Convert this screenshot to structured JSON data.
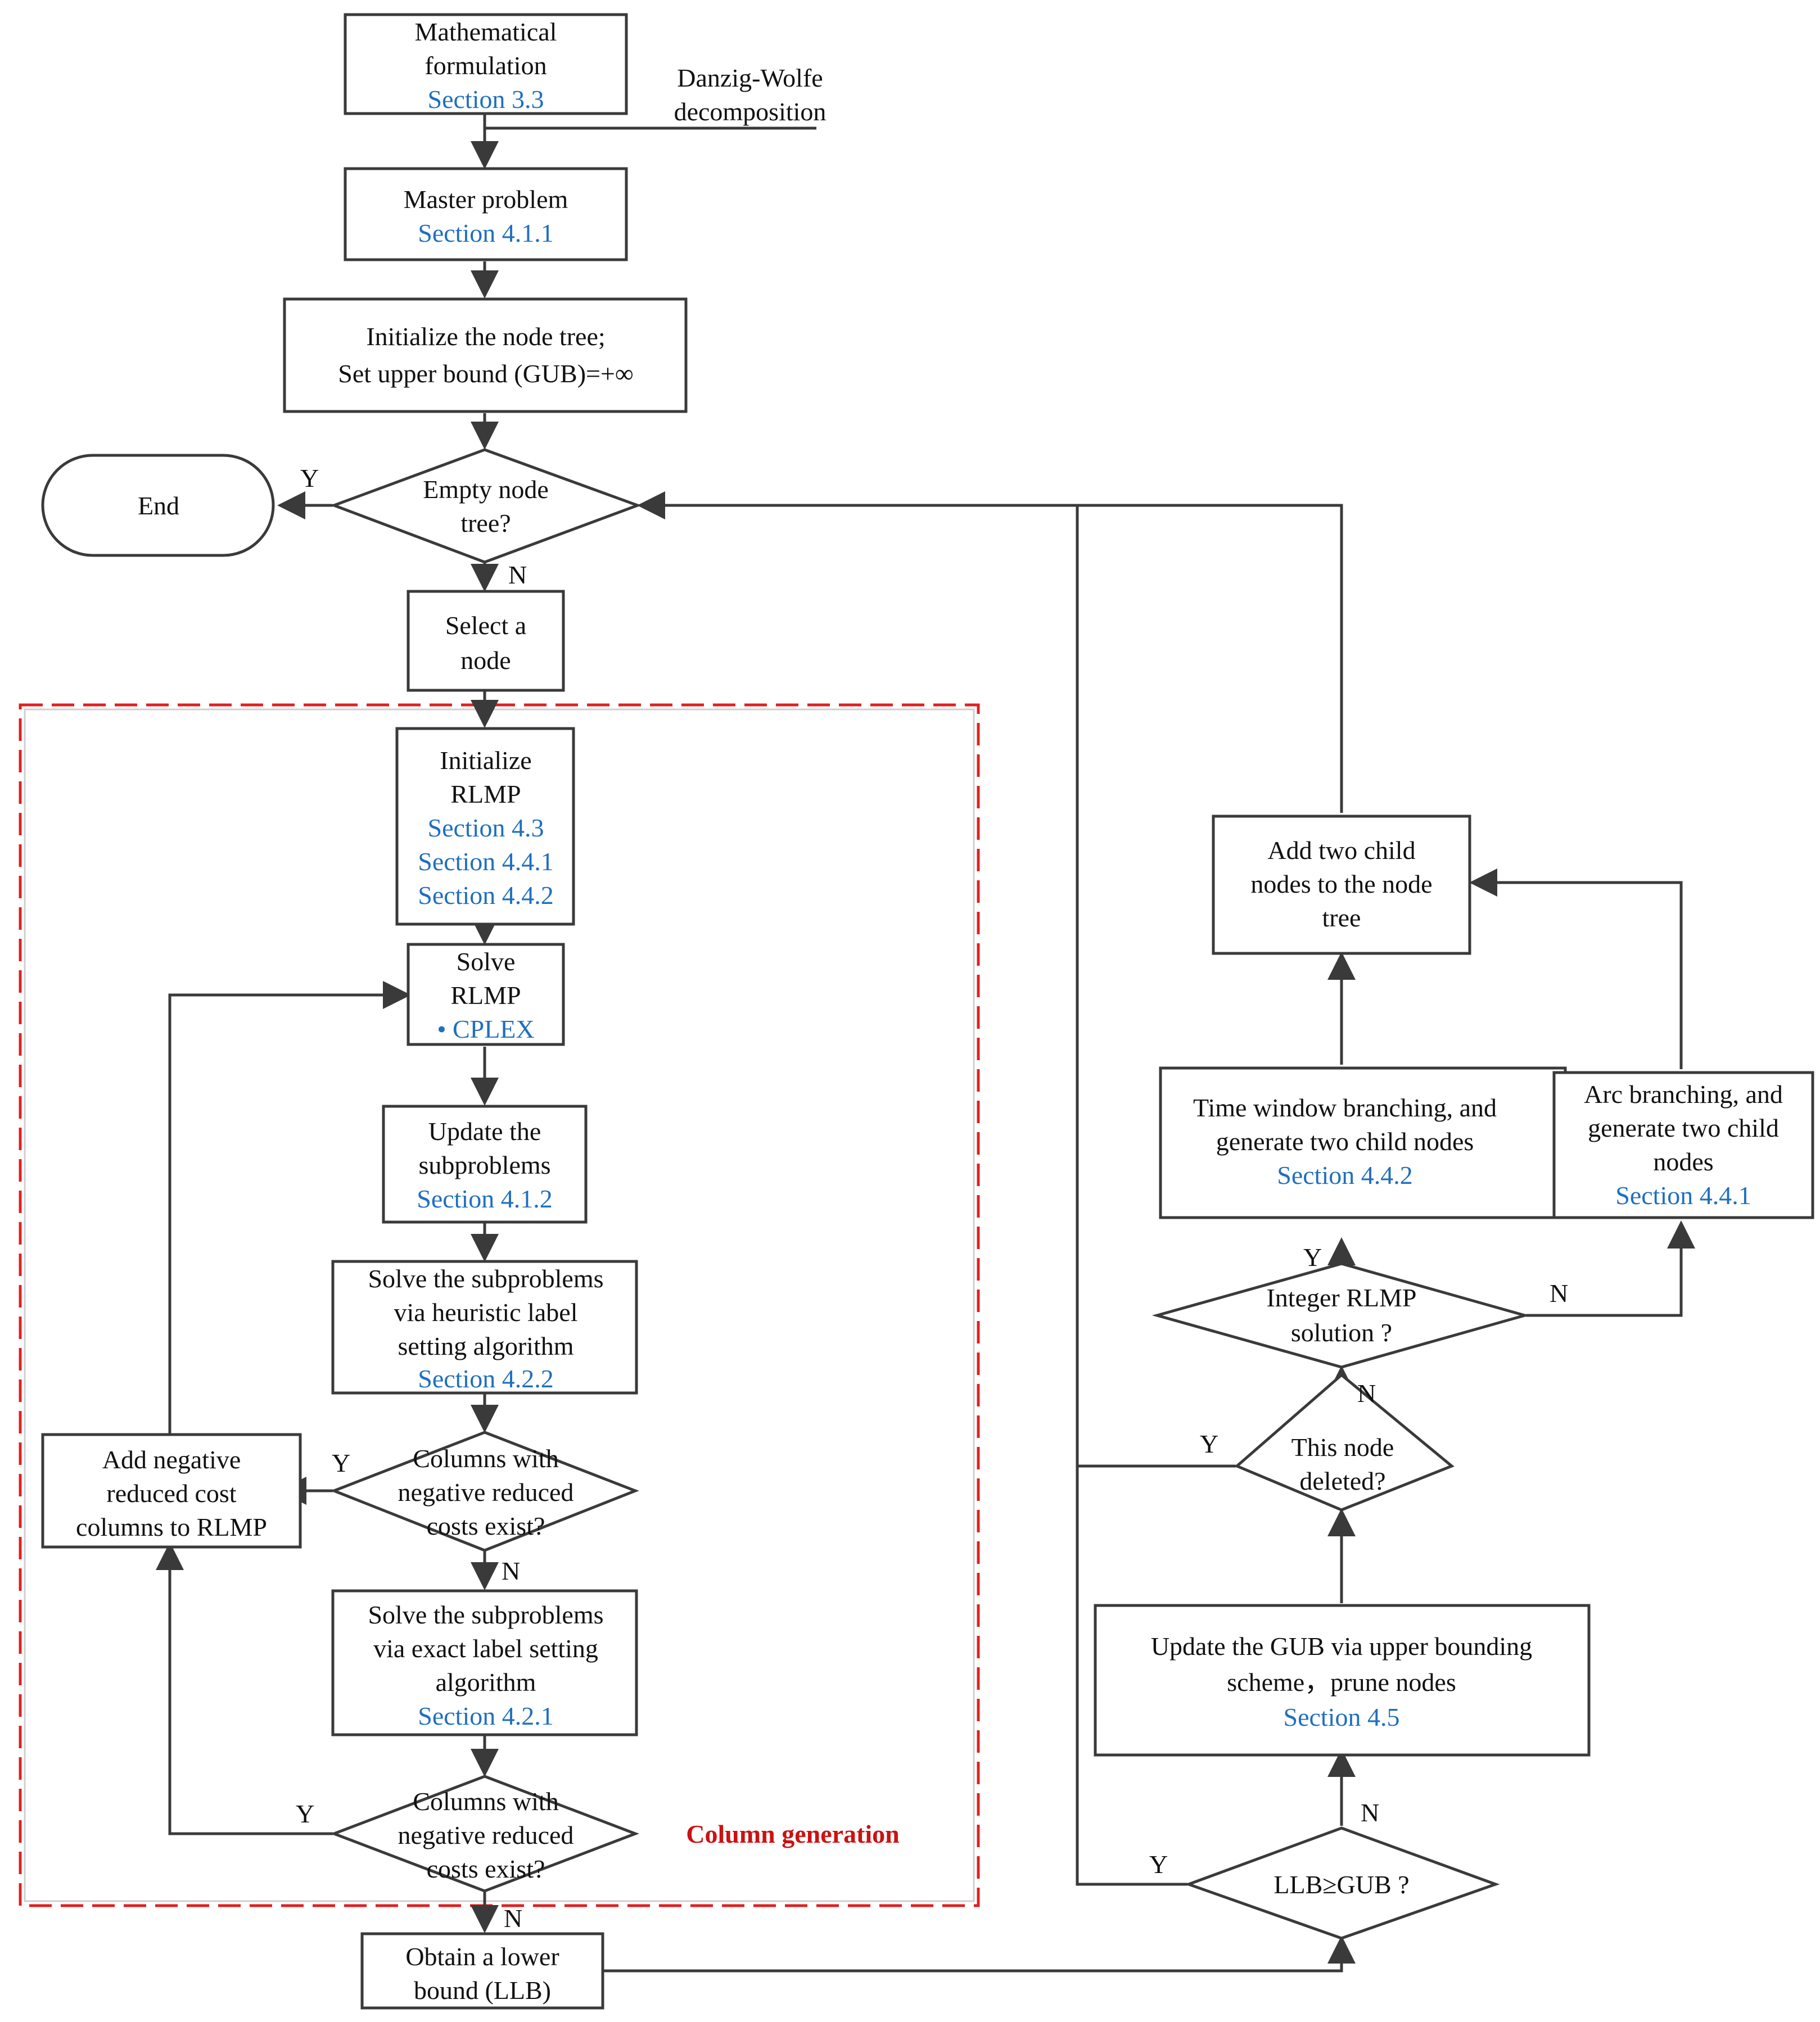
{
  "nodes": {
    "math_formulation": {
      "lines": [
        "Mathematical",
        "formulation"
      ],
      "section": "Section 3.3"
    },
    "danzig_wolfe": {
      "lines": [
        "Danzig-Wolfe",
        "decomposition"
      ]
    },
    "master_problem": {
      "lines": [
        "Master problem"
      ],
      "section": "Section 4.1.1"
    },
    "init_node_tree": {
      "lines": [
        "Initialize the node tree;",
        "Set upper bound (GUB)=+∞"
      ]
    },
    "empty_node_tree": {
      "lines": [
        "Empty node",
        "tree?"
      ]
    },
    "end": {
      "lines": [
        "End"
      ]
    },
    "select_node": {
      "lines": [
        "Select a",
        "node"
      ]
    },
    "init_rlmp": {
      "lines": [
        "Initialize",
        "RLMP"
      ],
      "sections": [
        "Section 4.3",
        "Section 4.4.1",
        "Section 4.4.2"
      ]
    },
    "solve_rlmp": {
      "lines": [
        "Solve",
        "RLMP"
      ],
      "section": "• CPLEX"
    },
    "update_subproblems": {
      "lines": [
        "Update the",
        "subproblems"
      ],
      "section": "Section 4.1.2"
    },
    "solve_heuristic": {
      "lines": [
        "Solve the subproblems",
        "via heuristic label",
        "setting algorithm"
      ],
      "section": "Section 4.2.2"
    },
    "cols_neg_1": {
      "lines": [
        "Columns with",
        "negative reduced",
        "costs exist?"
      ]
    },
    "add_neg_cols": {
      "lines": [
        "Add negative",
        "reduced cost",
        "columns to RLMP"
      ]
    },
    "solve_exact": {
      "lines": [
        "Solve the subproblems",
        "via exact label setting",
        "algorithm"
      ],
      "section": "Section 4.2.1"
    },
    "cols_neg_2": {
      "lines": [
        "Columns with",
        "negative reduced",
        "costs exist?"
      ]
    },
    "obtain_lb": {
      "lines": [
        "Obtain a lower",
        "bound (LLB)"
      ]
    },
    "llb_gub": {
      "lines": [
        "LLB≥GUB ?"
      ]
    },
    "update_gub": {
      "lines": [
        "Update the GUB via upper bounding",
        "scheme，prune nodes"
      ],
      "section": "Section 4.5"
    },
    "node_deleted": {
      "lines": [
        "This node",
        "deleted?"
      ]
    },
    "integer_rlmp": {
      "lines": [
        "Integer RLMP",
        "solution ?"
      ]
    },
    "time_window_branching": {
      "lines": [
        "Time window branching, and",
        "generate two child nodes"
      ],
      "section": "Section 4.4.2"
    },
    "arc_branching": {
      "lines": [
        "Arc branching, and",
        "generate two child",
        "nodes"
      ],
      "section": "Section 4.4.1"
    },
    "add_child_nodes": {
      "lines": [
        "Add two child",
        "nodes to the node",
        "tree"
      ]
    }
  },
  "region_label": "Column generation",
  "edge_labels": {
    "empty_y": "Y",
    "empty_n": "N",
    "cols1_y": "Y",
    "cols1_n": "N",
    "cols2_y": "Y",
    "cols2_n": "N",
    "llb_y": "Y",
    "llb_n": "N",
    "deleted_y": "Y",
    "deleted_n": "N",
    "integer_y": "Y",
    "integer_n": "N"
  },
  "colors": {
    "section_text": "#1f6fbf",
    "region_border": "#e02020",
    "stroke": "#3a3a3a"
  }
}
